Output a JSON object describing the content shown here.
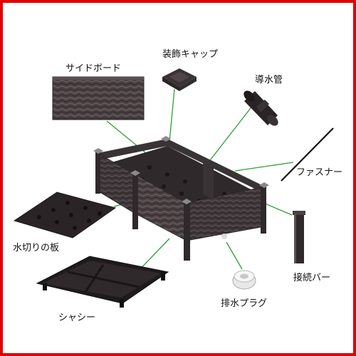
{
  "image": {
    "border_color": "#e00000",
    "leader_line_color": "#2e9e3a",
    "product_color": "#4a4143"
  },
  "labels": {
    "side_board": "サイドボード",
    "decorative_cap": "装飾キャップ",
    "water_pipe": "導水管",
    "fastener": "ファスナー",
    "drain_board": "水切りの板",
    "connecting_bar": "接続バー",
    "drain_plug": "排水プラグ",
    "chassis": "シャシー"
  }
}
